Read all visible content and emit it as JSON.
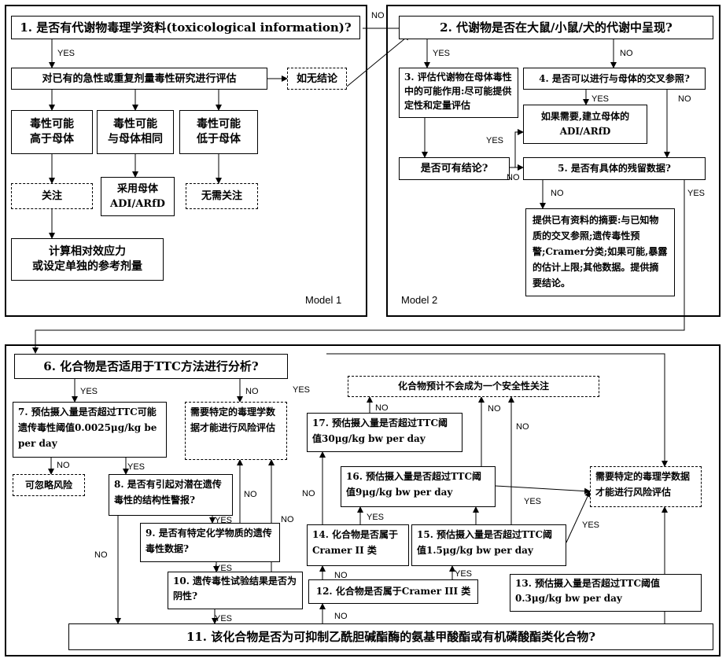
{
  "models": {
    "m1": "Model 1",
    "m2": "Model 2"
  },
  "nodes": {
    "q1": "1. 是否有代谢物毒理学资料(toxicological information)?",
    "eval": "对已有的急性或重复剂量毒性研究进行评估",
    "noconc": "如无结论",
    "high": "毒性可能\n高于母体",
    "same": "毒性可能\n与母体相同",
    "low": "毒性可能\n低于母体",
    "concern": "关注",
    "adopt": "采用母体\nADI/ARfD",
    "noconcern": "无需关注",
    "calc": "计算相对效应力\n或设定单独的参考剂量",
    "q2": "2. 代谢物是否在大鼠/小鼠/犬的代谢中呈现?",
    "q3": "3. 评估代谢物在母体毒性中的可能作用:尽可能提供定性和定量评估",
    "q4": "4. 是否可以进行与母体的交叉参照?",
    "adi": "如果需要,建立母体的\nADI/ARfD",
    "concl": "是否可有结论?",
    "q5": "5. 是否有具体的残留数据?",
    "summary": "提供已有资料的摘要:与已知物质的交叉参照;遗传毒性预警;Cramer分类;如果可能,暴露的估计上限;其他数据。提供摘要结论。",
    "q6": "6. 化合物是否适用于TTC方法进行分析?",
    "q7": "7. 预估摄入量是否超过TTC可能遗传毒性阈值0.0025μg/kg be per day",
    "needtox1": "需要特定的毒理学数据才能进行风险评估",
    "ignore": "可忽略风险",
    "q8": "8. 是否有引起对潜在遗传毒性的结构性警报?",
    "q9": "9. 是否有特定化学物质的遗传毒性数据?",
    "q10": "10. 遗传毒性试验结果是否为阴性?",
    "q11": "11. 该化合物是否为可抑制乙酰胆碱酯酶的氨基甲酸酯或有机磷酸酯类化合物?",
    "q12": "12. 化合物是否属于Cramer III 类",
    "q13": "13. 预估摄入量是否超过TTC阈值0.3μg/kg bw per day",
    "q14": "14. 化合物是否属于Cramer II 类",
    "q15": "15. 预估摄入量是否超过TTC阈值1.5μg/kg bw per day",
    "q16": "16. 预估摄入量是否超过TTC阈值9μg/kg bw per day",
    "q17": "17. 预估摄入量是否超过TTC阈值30μg/kg bw per day",
    "nosafety": "化合物预计不会成为一个安全性关注",
    "needtox2": "需要特定的毒理学数据才能进行风险评估"
  },
  "labels": {
    "yes": "YES",
    "no": "NO"
  }
}
